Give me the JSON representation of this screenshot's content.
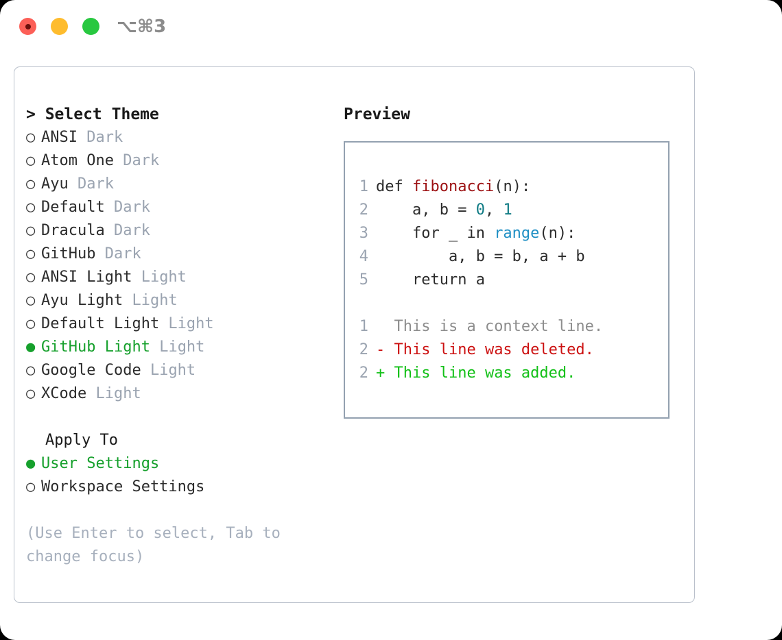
{
  "titlebar": {
    "shortcut": "⌥⌘3",
    "lights": [
      {
        "name": "close",
        "color": "#fc5f57"
      },
      {
        "name": "minimize",
        "color": "#febc2e"
      },
      {
        "name": "zoom",
        "color": "#28c840"
      }
    ]
  },
  "theme_picker": {
    "heading": "> Select Theme",
    "bullet_unselected": "○",
    "bullet_selected": "●",
    "options": [
      {
        "label": "ANSI",
        "variant": "Dark",
        "selected": false
      },
      {
        "label": "Atom One",
        "variant": "Dark",
        "selected": false
      },
      {
        "label": "Ayu",
        "variant": "Dark",
        "selected": false
      },
      {
        "label": "Default",
        "variant": "Dark",
        "selected": false
      },
      {
        "label": "Dracula",
        "variant": "Dark",
        "selected": false
      },
      {
        "label": "GitHub",
        "variant": "Dark",
        "selected": false
      },
      {
        "label": "ANSI Light",
        "variant": "Light",
        "selected": false
      },
      {
        "label": "Ayu Light",
        "variant": "Light",
        "selected": false
      },
      {
        "label": "Default Light",
        "variant": "Light",
        "selected": false
      },
      {
        "label": "GitHub Light",
        "variant": "Light",
        "selected": true
      },
      {
        "label": "Google Code",
        "variant": "Light",
        "selected": false
      },
      {
        "label": "XCode",
        "variant": "Light",
        "selected": false
      }
    ]
  },
  "apply_to": {
    "heading": "Apply To",
    "options": [
      {
        "label": "User Settings",
        "selected": true
      },
      {
        "label": "Workspace Settings",
        "selected": false
      }
    ]
  },
  "hint": "(Use Enter to select, Tab to change focus)",
  "preview": {
    "title": "Preview",
    "code_lines": [
      {
        "num": "1",
        "tokens": [
          {
            "text": "def ",
            "kind": "plain"
          },
          {
            "text": "fibonacci",
            "kind": "fn"
          },
          {
            "text": "(n):",
            "kind": "plain"
          }
        ]
      },
      {
        "num": "2",
        "tokens": [
          {
            "text": "    a, b = ",
            "kind": "plain"
          },
          {
            "text": "0",
            "kind": "num"
          },
          {
            "text": ", ",
            "kind": "plain"
          },
          {
            "text": "1",
            "kind": "num"
          }
        ]
      },
      {
        "num": "3",
        "tokens": [
          {
            "text": "    for _ in ",
            "kind": "plain"
          },
          {
            "text": "range",
            "kind": "call"
          },
          {
            "text": "(n):",
            "kind": "plain"
          }
        ]
      },
      {
        "num": "4",
        "tokens": [
          {
            "text": "        a, b = b, a + b",
            "kind": "plain"
          }
        ]
      },
      {
        "num": "5",
        "tokens": [
          {
            "text": "    return a",
            "kind": "plain"
          }
        ]
      }
    ],
    "diff_lines": [
      {
        "num": "1",
        "marker": " ",
        "text": " This is a context line.",
        "kind": "ctx"
      },
      {
        "num": "2",
        "marker": "-",
        "text": " This line was deleted.",
        "kind": "del"
      },
      {
        "num": "2",
        "marker": "+",
        "text": " This line was added.",
        "kind": "add"
      }
    ]
  },
  "colors": {
    "accent_green": "#16a02c",
    "muted": "#9aa3b0",
    "panel_border": "#b9c0cb",
    "preview_border": "#93a1b0",
    "diff_added": "#12c017",
    "diff_removed": "#cc1111",
    "syntax_function": "#9c1012",
    "syntax_number": "#0f7b84",
    "syntax_call": "#1f8fc4"
  }
}
